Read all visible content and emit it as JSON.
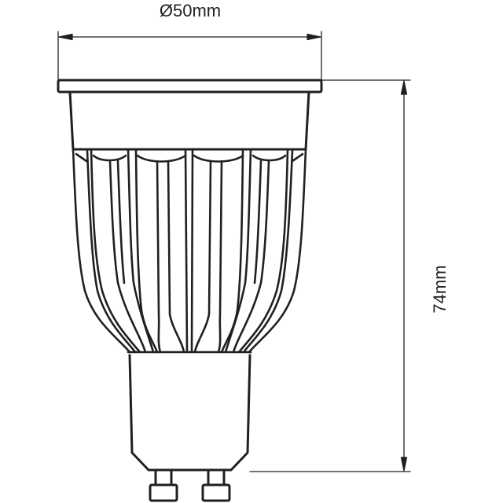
{
  "diagram": {
    "subject": "GU10 LED spotlight bulb, side view",
    "dimensions": {
      "diameter": {
        "label": "Ø50mm"
      },
      "height": {
        "label": "74mm"
      }
    },
    "colors": {
      "line": "#231f20",
      "background": "#ffffff"
    }
  }
}
